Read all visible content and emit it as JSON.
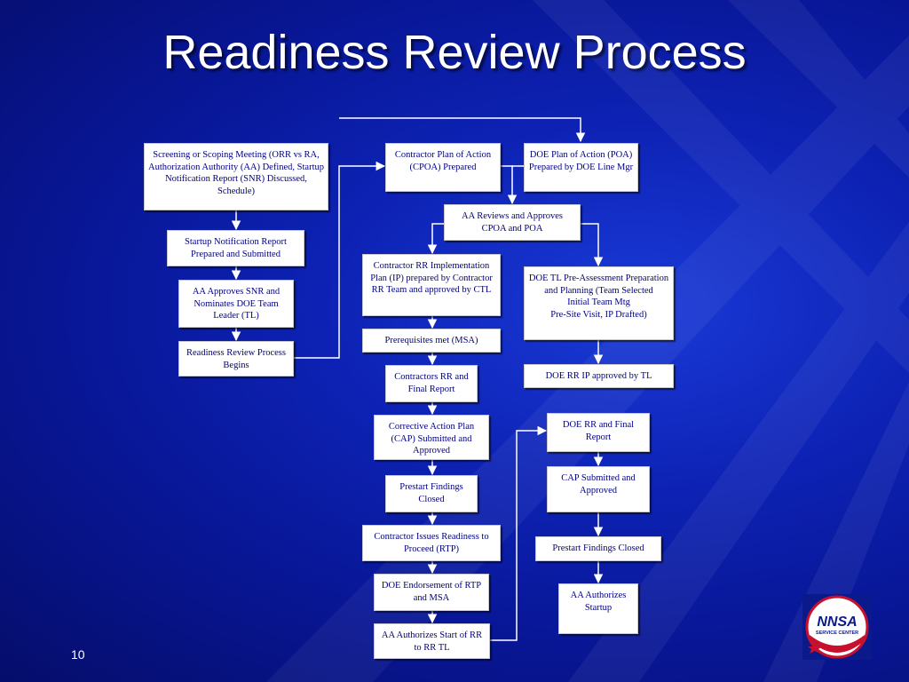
{
  "slide": {
    "title": "Readiness Review Process",
    "page_number": "10"
  },
  "boxes": {
    "screening": "Screening or Scoping Meeting (ORR vs RA, Authorization Authority (AA) Defined, Startup Notification Report (SNR) Discussed, Schedule)",
    "snr_prepared": "Startup Notification Report Prepared and Submitted",
    "aa_approves_snr": "AA Approves SNR and Nominates DOE Team Leader (TL)",
    "rr_begins": "Readiness Review Process Begins",
    "contractor_cpoa": "Contractor Plan of Action (CPOA) Prepared",
    "doe_poa": "DOE Plan of Action (POA) Prepared by DOE Line Mgr",
    "aa_reviews": "AA Reviews and Approves CPOA and POA",
    "contractor_ip": "Contractor RR Implementation Plan (IP) prepared by Contractor RR Team and approved by CTL",
    "doe_tl_preassessment": "DOE TL Pre-Assessment Preparation and Planning (Team Selected\nInitial Team Mtg\nPre-Site Visit, IP Drafted)",
    "prereqs_met": "Prerequisites met  (MSA)",
    "doe_rr_ip": "DOE RR IP approved by TL",
    "contractors_rr_report": "Contractors RR and Final Report",
    "cap_submitted": "Corrective Action Plan (CAP) Submitted and Approved",
    "prestart_closed_left": "Prestart Findings Closed",
    "rtp": "Contractor Issues Readiness to Proceed (RTP)",
    "doe_endorsement": "DOE Endorsement of RTP and MSA",
    "aa_authorizes_start": "AA Authorizes Start of RR to RR TL",
    "doe_rr_final": "DOE RR and Final Report",
    "cap_submitted_right": "CAP Submitted and Approved",
    "prestart_closed_right": "Prestart Findings Closed",
    "aa_authorizes_startup": "AA Authorizes Startup"
  },
  "logo": {
    "text": "NNSA",
    "subtext": "SERVICE CENTER"
  },
  "colors": {
    "background": "#0d22b4",
    "box_text": "#000080",
    "connector": "#ffffff"
  }
}
